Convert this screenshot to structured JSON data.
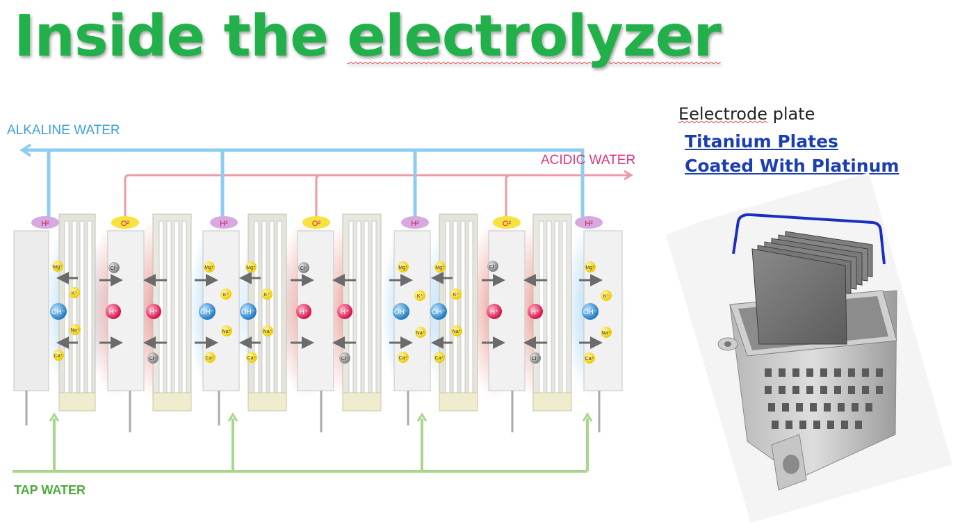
{
  "title": {
    "word1": "Inside the ",
    "word2": "electrolyzer"
  },
  "diagram": {
    "alkaline_label": "ALKALINE  WATER",
    "acidic_label": "ACIDIC WATER",
    "tap_label": "TAP WATER",
    "gas_h": "H²",
    "gas_o": "O²",
    "ions": {
      "oh": "OH⁻",
      "h": "H⁺",
      "mg": "Mg⁺",
      "k": "K⁺",
      "na": "Na⁺",
      "ca": "Ca⁺",
      "cl": "Cl⁻"
    }
  },
  "electrode": {
    "label_misspelled": "Eelectrode",
    "label_rest": " plate",
    "line1": "Titanium Plates",
    "line2": "Coated With Platinum"
  },
  "colors": {
    "title": "#22b04a",
    "alkaline": "#3a9fd8",
    "acidic": "#e0357a",
    "tap": "#4faa3c",
    "link": "#1c3fb0",
    "bracket": "#1a2fc0"
  }
}
